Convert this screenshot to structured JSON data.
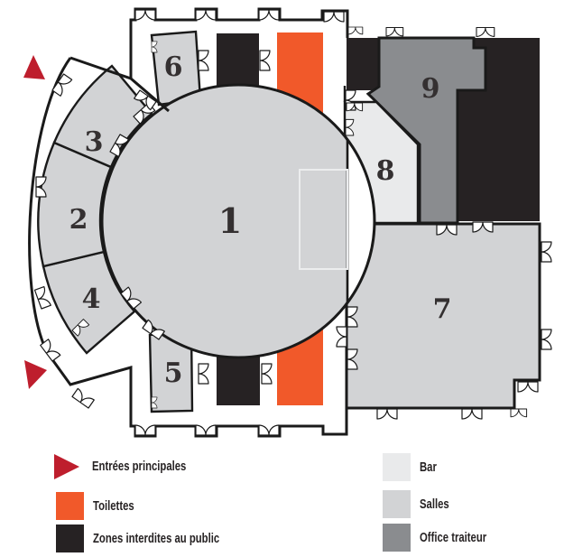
{
  "zones": [
    {
      "id": "zone-1",
      "number": "1",
      "type": "salle"
    },
    {
      "id": "zone-2",
      "number": "2",
      "type": "salle"
    },
    {
      "id": "zone-3",
      "number": "3",
      "type": "salle"
    },
    {
      "id": "zone-4",
      "number": "4",
      "type": "salle"
    },
    {
      "id": "zone-5",
      "number": "5",
      "type": "salle"
    },
    {
      "id": "zone-6",
      "number": "6",
      "type": "salle"
    },
    {
      "id": "zone-7",
      "number": "7",
      "type": "salle"
    },
    {
      "id": "zone-8",
      "number": "8",
      "type": "bar"
    },
    {
      "id": "zone-9",
      "number": "9",
      "type": "office-traiteur"
    }
  ],
  "legend": {
    "left": [
      {
        "label": "Entrées principales",
        "shape": "triangle",
        "color": "#BE1E2D"
      },
      {
        "label": "Toilettes",
        "shape": "square",
        "color": "#F1592A"
      },
      {
        "label": "Zones interdites au public",
        "shape": "square",
        "color": "#262223"
      }
    ],
    "right": [
      {
        "label": "Bar",
        "shape": "square",
        "color": "#E9EAEB"
      },
      {
        "label": "Salles",
        "shape": "square",
        "color": "#D2D3D5"
      },
      {
        "label": "Office traiteur",
        "shape": "square",
        "color": "#8A8C8F"
      }
    ]
  },
  "colors": {
    "red": "#BE1E2D",
    "orange": "#F1592A",
    "black_zone": "#262223",
    "salle": "#D2D3D5",
    "bar": "#E9EAEB",
    "office": "#8A8C8F",
    "wall": "#1A1A1A"
  }
}
